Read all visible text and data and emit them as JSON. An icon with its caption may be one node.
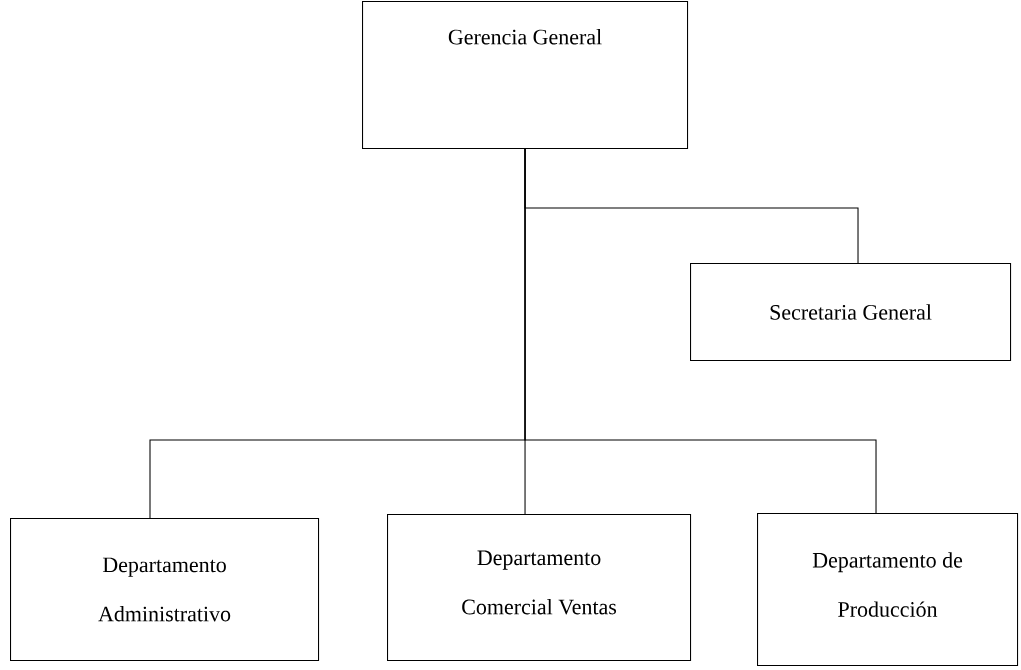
{
  "diagram": {
    "nodes": [
      {
        "text": [
          "Gerencia General"
        ]
      },
      {
        "text": [
          "Secretaria General"
        ]
      },
      {
        "text": [
          "Departamento Administrativo"
        ]
      },
      {
        "text": [
          "Departamento Comercial Ventas"
        ]
      },
      {
        "text": [
          "Departamento de Producción"
        ]
      }
    ],
    "edges": [
      {
        "from": 0,
        "to": 1,
        "arrow": "none"
      },
      {
        "from": 0,
        "to": 2,
        "arrow": "none"
      },
      {
        "from": 0,
        "to": 3,
        "arrow": "none"
      },
      {
        "from": 0,
        "to": 4,
        "arrow": "none"
      }
    ]
  }
}
